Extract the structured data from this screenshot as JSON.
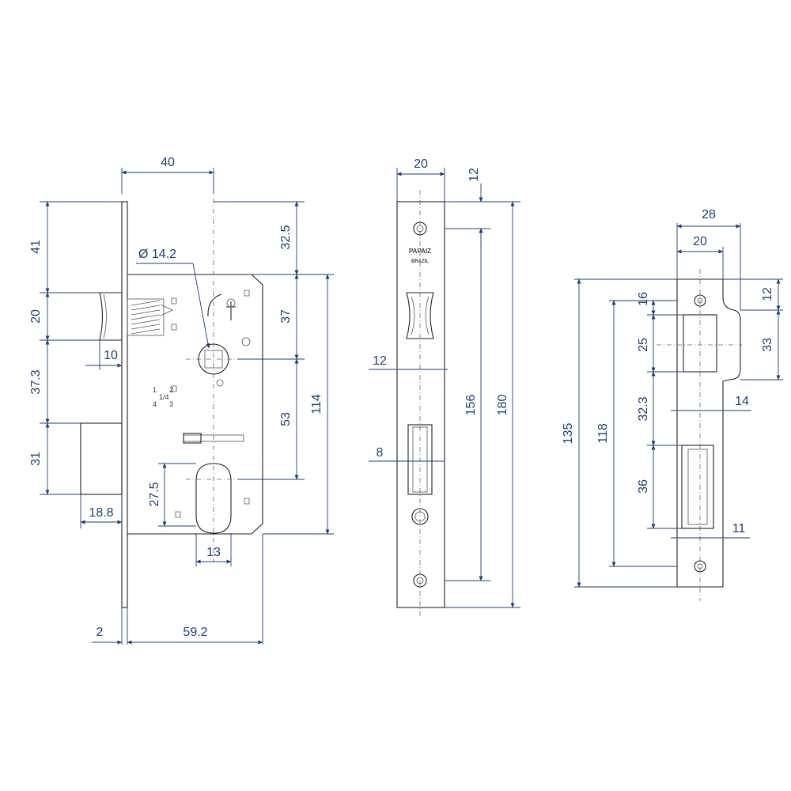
{
  "colors": {
    "dimension": "#1f3e73",
    "outline": "#222222",
    "background": "#ffffff"
  },
  "lock_body_view": {
    "dimensions": {
      "backset": "40",
      "top_to_spindle": "41",
      "latch_height": "20",
      "latch_to_bolt": "37.3",
      "bolt_height": "31",
      "latch_throw": "10",
      "bolt_throw": "18.8",
      "spindle_diameter": "Ø 14.2",
      "top_offset": "32.5",
      "spindle_to_top_corner": "37",
      "spindle_to_cylinder": "53",
      "body_height": "114",
      "cylinder_to_bottom": "27.5",
      "cylinder_width": "13",
      "faceplate_thickness": "2",
      "body_depth": "59.2"
    },
    "hand_marks": [
      "1",
      "2",
      "4",
      "3",
      "1/4"
    ]
  },
  "faceplate_view": {
    "brand": "PAPAIZ",
    "origin": "BRAZIL",
    "dimensions": {
      "width": "20",
      "top_to_hole": "12",
      "latch_to_bolt_label": "12",
      "bolt_label": "8",
      "hole_spacing": "156",
      "total_length": "180"
    }
  },
  "strike_plate_view": {
    "dimensions": {
      "outer_width": "28",
      "inner_width": "20",
      "top_to_hole": "12",
      "hole_to_latch_opening": "16",
      "latch_opening_height": "25",
      "latch_opening_outer": "33",
      "between_openings": "32.3",
      "tongue_width": "14",
      "bolt_opening_height": "36",
      "bolt_opening_offset": "11",
      "hole_spacing": "118",
      "total_length": "135"
    }
  }
}
